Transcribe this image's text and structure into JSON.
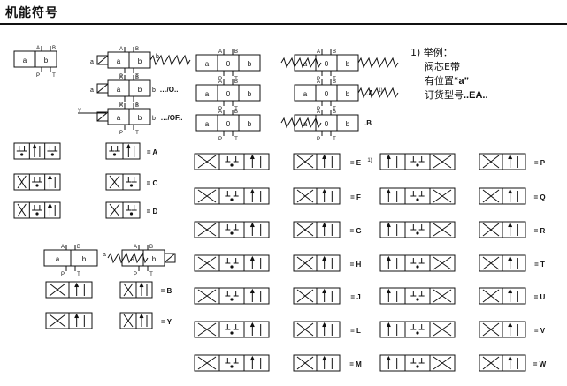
{
  "header": {
    "title": "机能符号"
  },
  "note": {
    "number": "1)",
    "line1": "举例：",
    "line2": "阀芯E带",
    "line3_pre": "有位置",
    "line3_q": "“a”",
    "line4_pre": "订货型号",
    "line4_code": "..EA.."
  },
  "block_labels": {
    "a": "a",
    "b": "b",
    "zero": "0",
    "A": "A",
    "B": "B",
    "P": "P",
    "T": "T",
    "suffix_O": "…/O..",
    "suffix_OF": "…/OF..",
    "suffix_A_note": ".A",
    "note_mark": "1)",
    "suffix_B": ".B"
  },
  "spools_left": [
    {
      "code": "= A"
    },
    {
      "code": "= C"
    },
    {
      "code": "= D"
    }
  ],
  "spools_left_lower": [
    {
      "code": "= B"
    },
    {
      "code": "= Y"
    }
  ],
  "spools_grid": [
    {
      "code": "= E",
      "note": "1)"
    },
    {
      "code": "= F"
    },
    {
      "code": "= G"
    },
    {
      "code": "= H"
    },
    {
      "code": "= J"
    },
    {
      "code": "= L"
    },
    {
      "code": "= M"
    },
    {
      "code": "= P"
    },
    {
      "code": "= Q"
    },
    {
      "code": "= R"
    },
    {
      "code": "= T"
    },
    {
      "code": "= U"
    },
    {
      "code": "= V"
    },
    {
      "code": "= W"
    }
  ]
}
